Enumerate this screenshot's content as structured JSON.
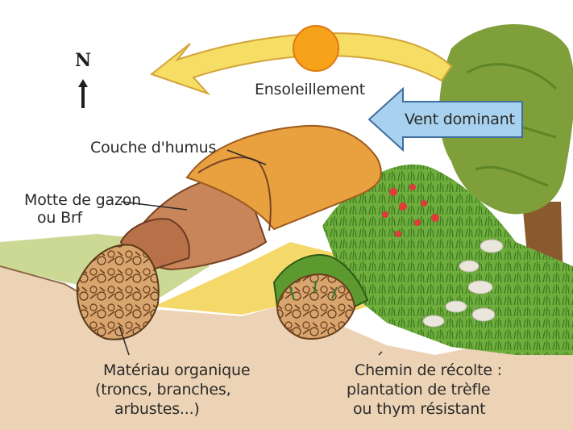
{
  "compass": {
    "letter": "N"
  },
  "labels": {
    "sun": "Ensoleillement",
    "wind": "Vent dominant",
    "humus": "Couche d'humus",
    "sod_line1": "Motte de gazon",
    "sod_line2": "ou Brf",
    "organic_line1": "Matériau organique",
    "organic_line2": "(troncs, branches,",
    "organic_line3": "arbustes...)",
    "path_line1": "Chemin de récolte :",
    "path_line2": "plantation de trèfle",
    "path_line3": "ou thym résistant"
  },
  "colors": {
    "sun": "#f7a21b",
    "sun_arrow": "#f6dd63",
    "wind_arrow": "#a7d1ee",
    "humus": "#e9a13f",
    "sod": "#c9855a",
    "grass": "#5f9b32",
    "soil": "#e6c8a8",
    "tree": "#7f9f3a"
  }
}
